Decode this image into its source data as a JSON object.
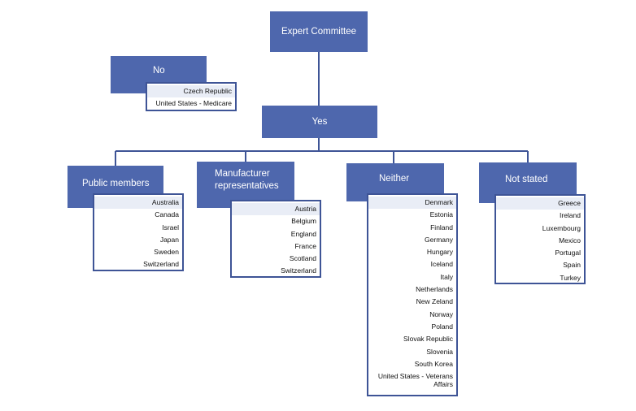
{
  "root": {
    "label": "Expert Committee"
  },
  "no_branch": {
    "label": "No",
    "items": [
      "Czech Republic",
      "United States - Medicare"
    ]
  },
  "yes_branch": {
    "label": "Yes"
  },
  "categories": [
    {
      "label": "Public members",
      "items": [
        "Australia",
        "Canada",
        "Israel",
        "Japan",
        "Sweden",
        "Switzerland"
      ]
    },
    {
      "label": "Manufacturer representatives",
      "items": [
        "Austria",
        "Belgium",
        "England",
        "France",
        "Scotland",
        "Switzerland"
      ]
    },
    {
      "label": "Neither",
      "items": [
        "Denmark",
        "Estonia",
        "Finland",
        "Germany",
        "Hungary",
        "Iceland",
        "Italy",
        "Netherlands",
        "New Zeland",
        "Norway",
        "Poland",
        "Slovak Republic",
        "Slovenia",
        "South Korea",
        "United States - Veterans Affairs"
      ]
    },
    {
      "label": "Not stated",
      "items": [
        "Greece",
        "Ireland",
        "Luxembourg",
        "Mexico",
        "Portugal",
        "Spain",
        "Turkey"
      ]
    }
  ],
  "colors": {
    "node_fill": "#4e67ad",
    "list_border": "#3e5496",
    "node_text": "#ffffff"
  }
}
